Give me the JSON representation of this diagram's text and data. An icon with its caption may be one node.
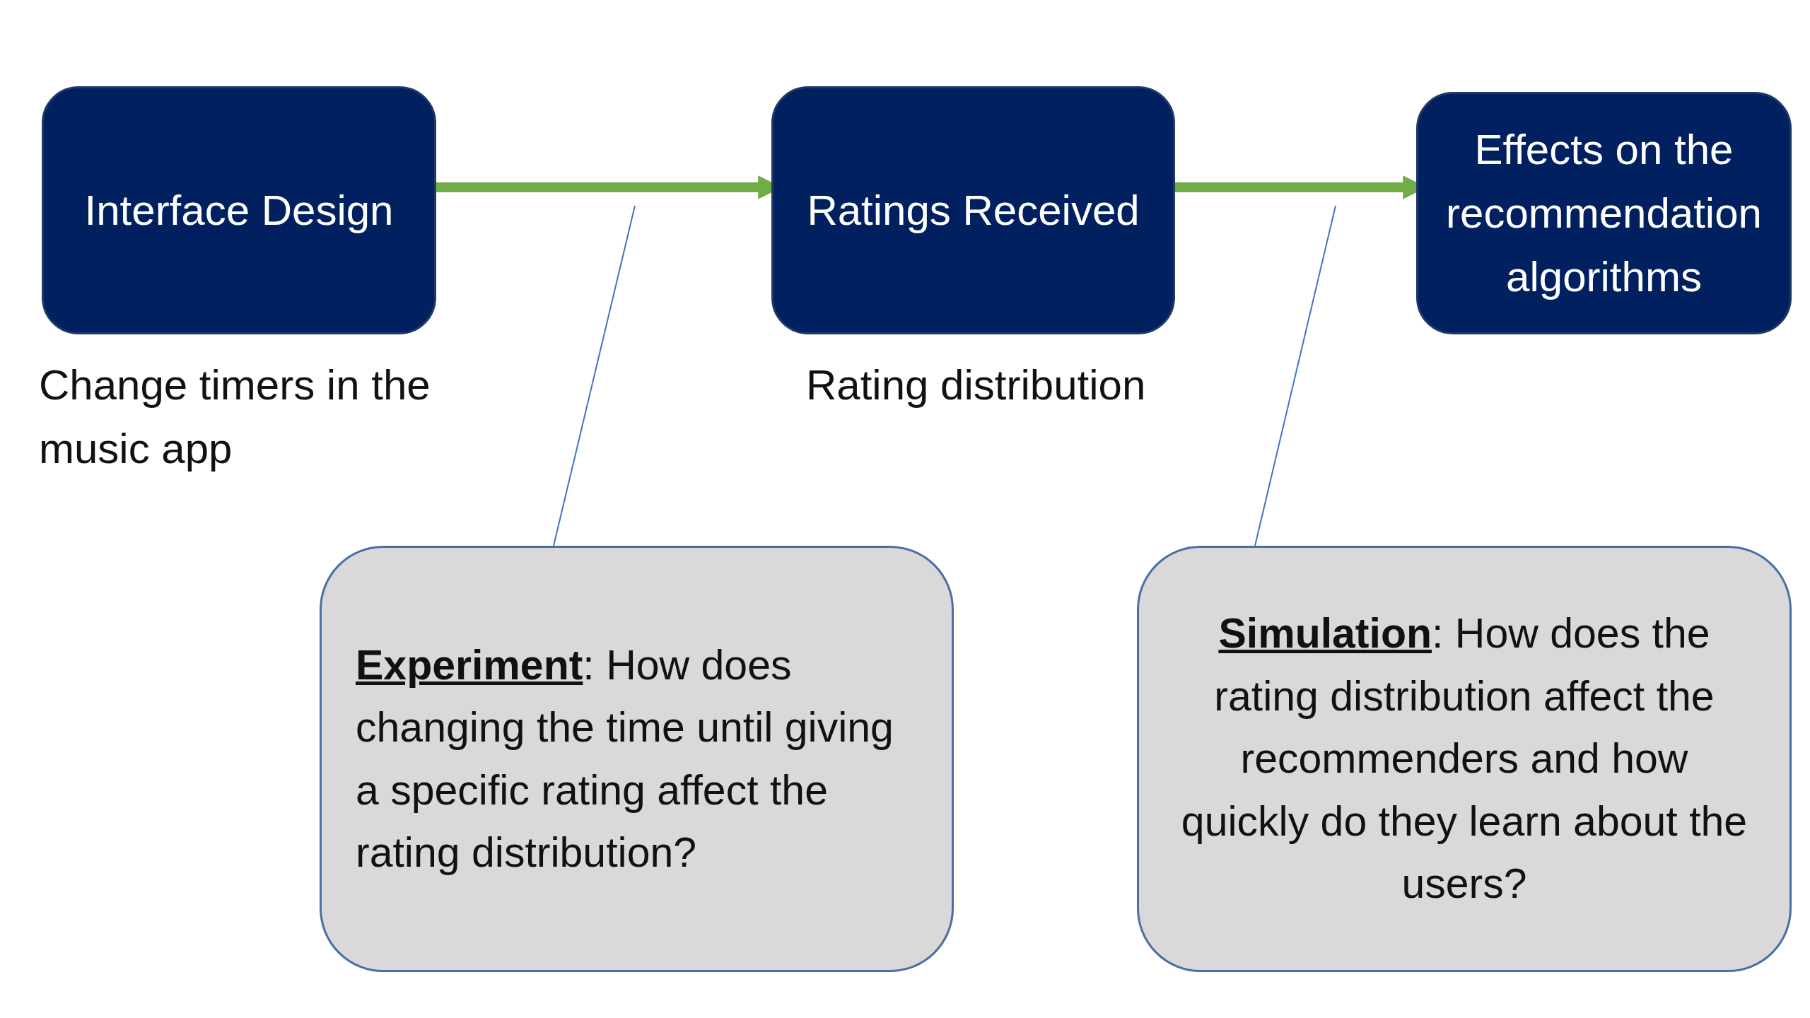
{
  "diagram": {
    "nodes": [
      {
        "text": [
          "Interface Design"
        ],
        "beside": [
          "Change timers in the music app"
        ]
      },
      {
        "text": [
          "Ratings Received"
        ],
        "beside": [
          "Rating distribution"
        ]
      },
      {
        "text": [
          "Effects on the recommendation algorithms"
        ]
      },
      {
        "text": [
          "**Experiment**: How does changing the time until giving a specific rating affect the rating distribution?"
        ]
      },
      {
        "text": [
          "**Simulation**: How does the rating distribution affect the recommenders and how quickly do they learn about the users?"
        ]
      }
    ],
    "edges": [
      {
        "from": 0,
        "to": 1,
        "arrow": "to",
        "style": "thick"
      },
      {
        "from": 1,
        "to": 2,
        "arrow": "to",
        "style": "thick"
      },
      {
        "from": 3,
        "to": null,
        "arrow": "none",
        "color": "#4472c4"
      },
      {
        "from": 4,
        "to": null,
        "arrow": "none",
        "color": "#4472c4"
      }
    ]
  }
}
